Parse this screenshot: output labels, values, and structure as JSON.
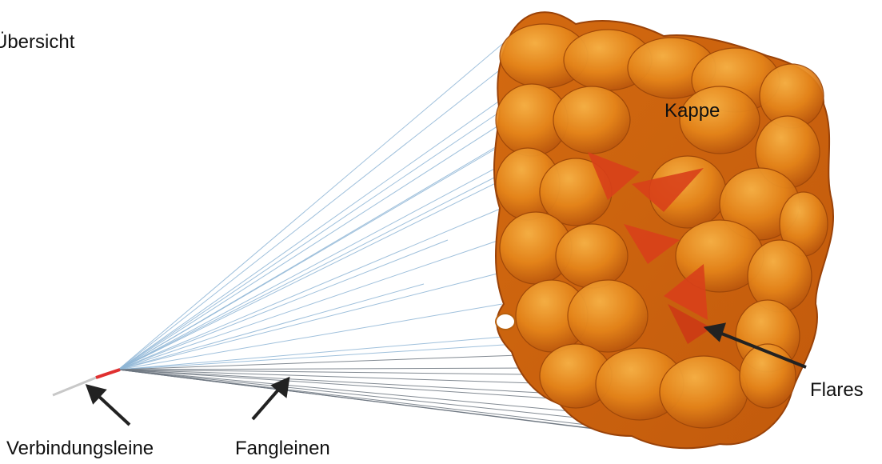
{
  "diagram": {
    "title": "Übersicht",
    "labels": {
      "canopy": "Kappe",
      "flares": "Flares",
      "bridle": "Verbindungsleine",
      "lines": "Fangleinen"
    }
  },
  "colors": {
    "canopy_base": "#e07a12",
    "canopy_light": "#f4a33a",
    "canopy_dark": "#b84e0a",
    "flare_red": "#d8401a",
    "line_blue": "#8fb6d6",
    "line_grey": "#6d7680",
    "link_red": "#e03030",
    "arrow": "#222222"
  }
}
